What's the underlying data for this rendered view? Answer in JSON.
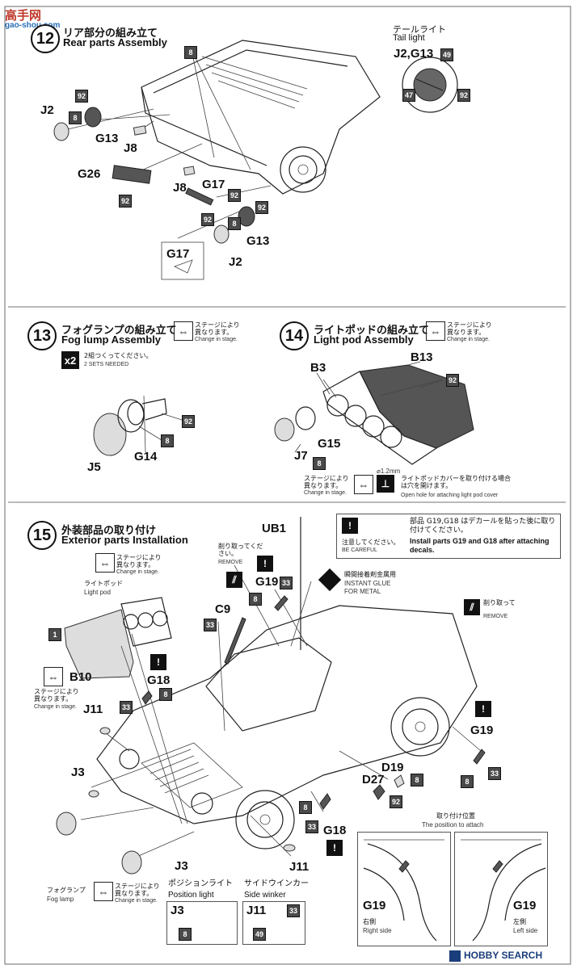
{
  "watermark_top": {
    "cn": "高手网",
    "url": "gao-shou.com"
  },
  "watermark_bottom": {
    "brand": "HOBBY SEARCH"
  },
  "step12": {
    "num": "12",
    "jp": "リア部分の組み立て",
    "en": "Rear parts Assembly",
    "parts": {
      "j2a": "J2",
      "g13a": "G13",
      "j8a": "J8",
      "g26": "G26",
      "j8b": "J8",
      "g17": "G17",
      "g13b": "G13",
      "j2b": "J2",
      "inset": "G17"
    },
    "paints": {
      "p8top": "8",
      "p92a": "92",
      "p8a": "8",
      "p8b": "8",
      "p92b": "92",
      "p92c": "92",
      "p92d": "92",
      "p92e": "92",
      "p8c": "8"
    }
  },
  "taillight": {
    "jp": "テールライト",
    "en": "Tail light",
    "part": "J2,G13",
    "p49": "49",
    "p47": "47",
    "p92": "92"
  },
  "step13": {
    "num": "13",
    "jp": "フォグランプの組み立て",
    "en": "Fog lump Assembly",
    "stage_jp": "ステージにより異なります。",
    "stage_en": "Change in stage.",
    "x2": "x2",
    "sets_jp": "2組つくってください。",
    "sets_en": "2 SETS NEEDED",
    "parts": {
      "j5": "J5",
      "g14": "G14"
    },
    "paints": {
      "p92": "92",
      "p8": "8"
    }
  },
  "step14": {
    "num": "14",
    "jp": "ライトポッドの組み立て",
    "en": "Light pod Assembly",
    "stage_jp": "ステージにより異なります。",
    "stage_en": "Change in stage.",
    "parts": {
      "b13": "B13",
      "b3": "B3",
      "g15": "G15",
      "j7": "J7"
    },
    "paints": {
      "p92": "92",
      "p8": "8"
    },
    "dia": "⌀1.2mm",
    "note_jp": "ライトポッドカバーを取り付ける場合は穴を開けます。",
    "note_en": "Open hole for attaching light pod cover",
    "stage2_jp": "ステージにより異なります。",
    "stage2_en": "Change in stage."
  },
  "step15": {
    "num": "15",
    "jp": "外装部品の取り付け",
    "en": "Exterior parts Installation",
    "caution_jp": "注意してください。",
    "caution_en": "BE CAREFUL",
    "decal_jp": "部品 G19,G18 はデカールを貼った後に取り付けてください。",
    "decal_en": "Install parts G19 and G18 after attaching decals.",
    "stage_jp": "ステージにより異なります。",
    "stage_en": "Change in stage.",
    "lightpod_jp": "ライトポッド",
    "lightpod_en": "Light pod",
    "remove_jp": "削り取ってください。",
    "remove_en": "REMOVE",
    "glue_jp": "瞬間接着剤金属用",
    "glue_en": "INSTANT GLUE FOR METAL",
    "remove2_jp": "削り取って",
    "remove2_en": "REMOVE",
    "parts": {
      "ub1": "UB1",
      "g19a": "G19",
      "c9": "C9",
      "b10": "B10",
      "g18a": "G18",
      "j11a": "J11",
      "j3a": "J3",
      "j3b": "J3",
      "d19": "D19",
      "d27": "D27",
      "g18b": "G18",
      "j11b": "J11",
      "g19b": "G19"
    },
    "paints": {
      "p8a": "8",
      "p33a": "33",
      "p33b": "33",
      "p1": "1",
      "p8b": "8",
      "p33c": "33",
      "p8c": "8",
      "p33d": "33",
      "p8d": "8",
      "p92": "92",
      "p8e": "8",
      "p33e": "33"
    },
    "foglamp_jp": "フォグランプ",
    "foglamp_en": "Fog lamp",
    "stage2_jp": "ステージにより異なります。",
    "stage2_en": "Change in stage.",
    "b10_stage_jp": "ステージにより異なります。",
    "b10_stage_en": "Change in stage."
  },
  "position_light": {
    "jp": "ポジションライト",
    "en": "Position light",
    "part": "J3",
    "p8": "8"
  },
  "side_winker": {
    "jp": "サイドウインカー",
    "en": "Side winker",
    "part": "J11",
    "p33": "33",
    "p49": "49"
  },
  "attach_pos": {
    "jp": "取り付け位置",
    "en": "The position to attach",
    "right": {
      "part": "G19",
      "jp": "右側",
      "en": "Right side"
    },
    "left": {
      "part": "G19",
      "jp": "左側",
      "en": "Left side"
    }
  }
}
